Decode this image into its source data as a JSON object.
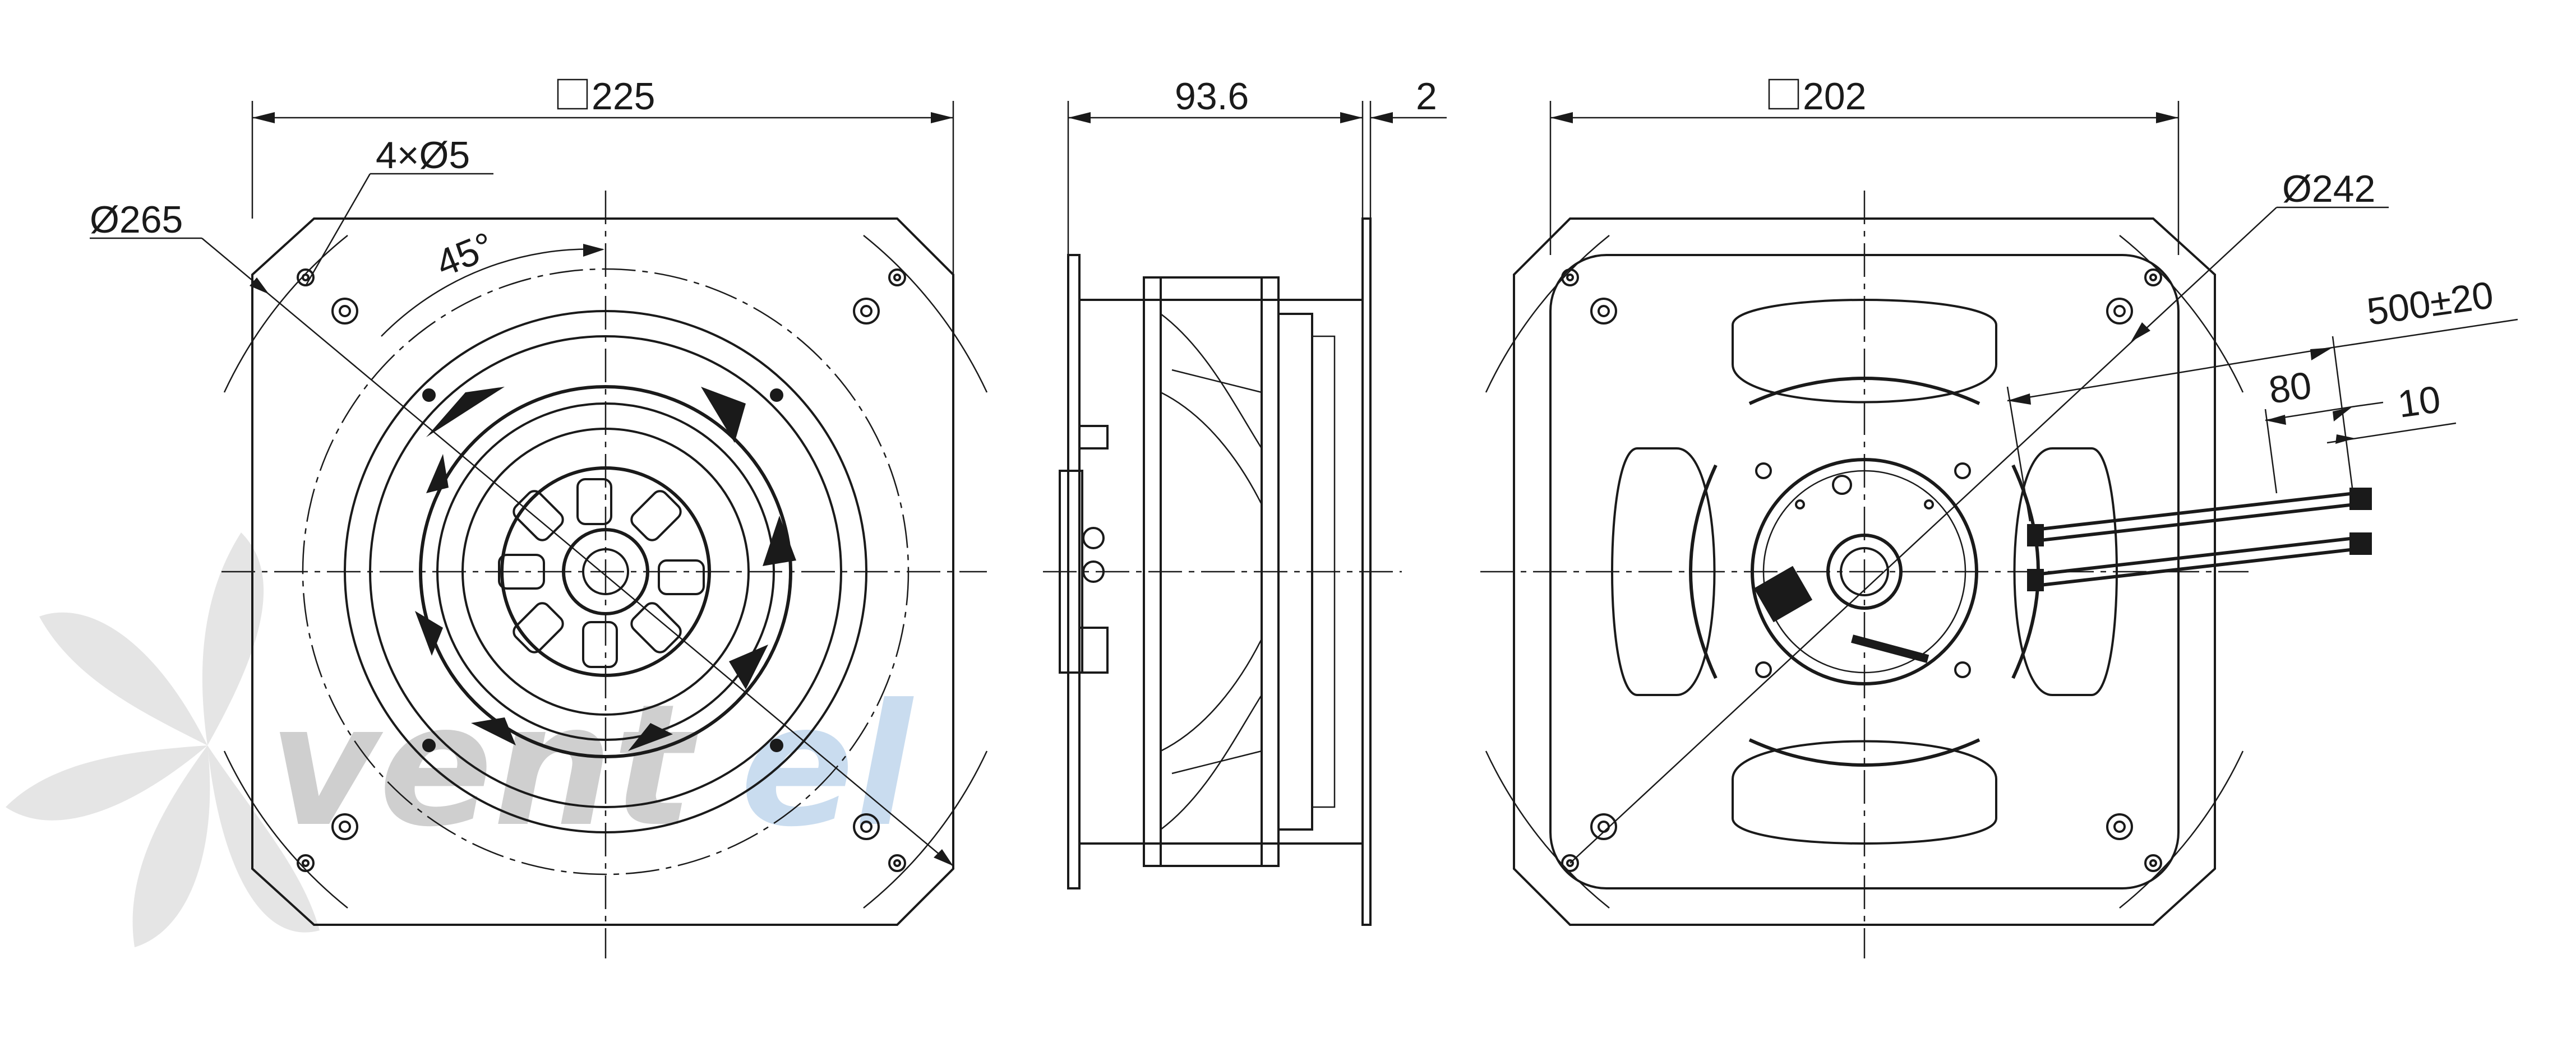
{
  "views": {
    "front": {
      "square_dim": "225",
      "holes_dim": "4×Ø5",
      "diameter_dim": "Ø265",
      "angle_dim": "45°"
    },
    "side": {
      "depth_dim": "93.6",
      "flange_dim": "2"
    },
    "rear": {
      "square_dim": "202",
      "diameter_dim": "Ø242",
      "cable_length_dim": "500±20",
      "strip_length_dim": "80",
      "wire_end_dim": "10"
    }
  },
  "watermark": {
    "text_main": "vent",
    "text_accent": "el",
    "color_main": "#cfcfcf",
    "color_accent": "#c9dcef"
  },
  "colors": {
    "line": "#1a1a1a",
    "background": "#ffffff"
  }
}
